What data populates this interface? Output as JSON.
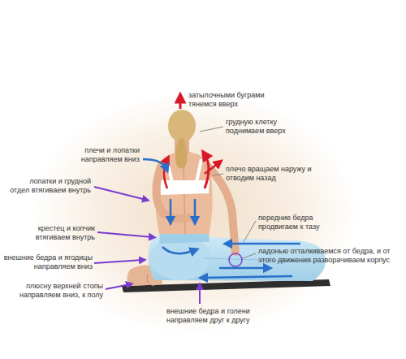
{
  "diagram": {
    "labels": [
      "затылочными буграми тянемся вверх",
      "плечи и лопатки направляем вниз",
      "грудную клетку поднимаем вверх",
      "лопатки и грудной отдел втягиваем внутрь",
      "плечо вращаем наружу и отводим назад",
      "крестец и копчик втягиваем внутрь",
      "передние бедра продвигаем к тазу",
      "внешние бедра и ягодицы направляем вниз",
      "ладонью отталкиваемся от бедра, и от этого движения разворачиваем корпус",
      "плюсну верхней стопы направляем вниз, к полу",
      "внешние бедра и голени направляем друг к другу"
    ]
  }
}
